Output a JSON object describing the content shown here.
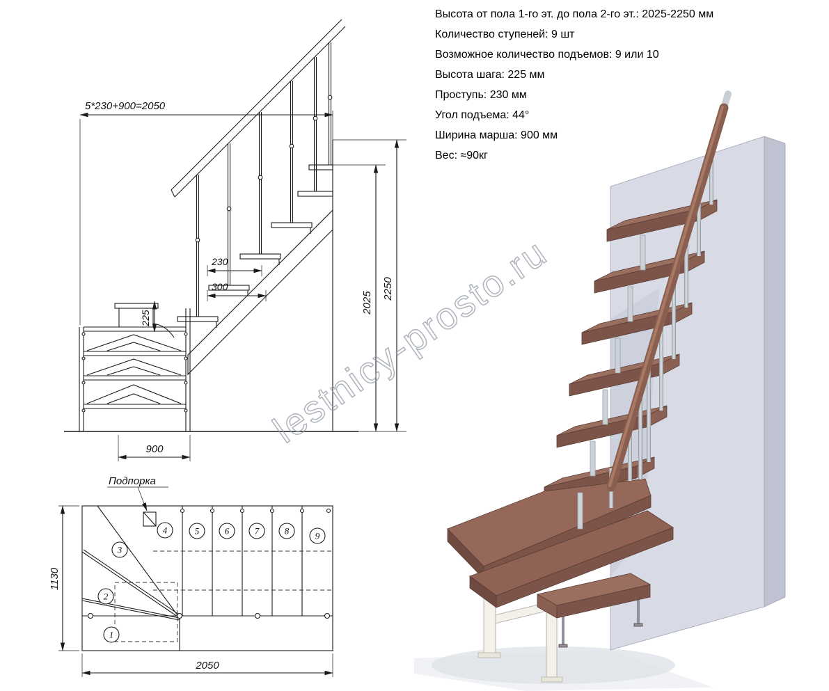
{
  "specs": {
    "lines": [
      "Высота от пола 1-го эт. до пола 2-го эт.: 2025-2250 мм",
      "Количество ступеней: 9 шт",
      "Возможное количество подъемов: 9 или 10",
      "Высота шага: 225 мм",
      "Проступь: 230 мм",
      "Угол подъема: 44°",
      "Ширина марша: 900 мм",
      "Вес: ≈90кг"
    ]
  },
  "side_view": {
    "dim_total_run": "5*230+900=2050",
    "dim_tread_depth": "230",
    "dim_bottom_tread": "300",
    "dim_rise": "225",
    "dim_march_width": "900",
    "dim_height_to_top_tread": "2025",
    "dim_floor_to_floor": "2250"
  },
  "plan_view": {
    "support_label": "Подпорка",
    "dim_width": "1130",
    "dim_length": "2050",
    "step_numbers": [
      "1",
      "2",
      "3",
      "4",
      "5",
      "6",
      "7",
      "8",
      "9"
    ]
  },
  "watermark": "lestnicy-prosto.ru",
  "colors": {
    "wood_top": "#9b6f60",
    "wood_front": "#7d5449",
    "wood_side": "#8a6052",
    "handrail": "#8a5f50",
    "chrome": "#c9ced4",
    "chrome_dark": "#9aa1a9",
    "wall_front": "#d8dae5",
    "wall_side": "#bfc2d0",
    "stringer_white": "#f3f1ea",
    "drawing_line": "#1a1a1a",
    "watermark_gray": "#8f97a3"
  }
}
